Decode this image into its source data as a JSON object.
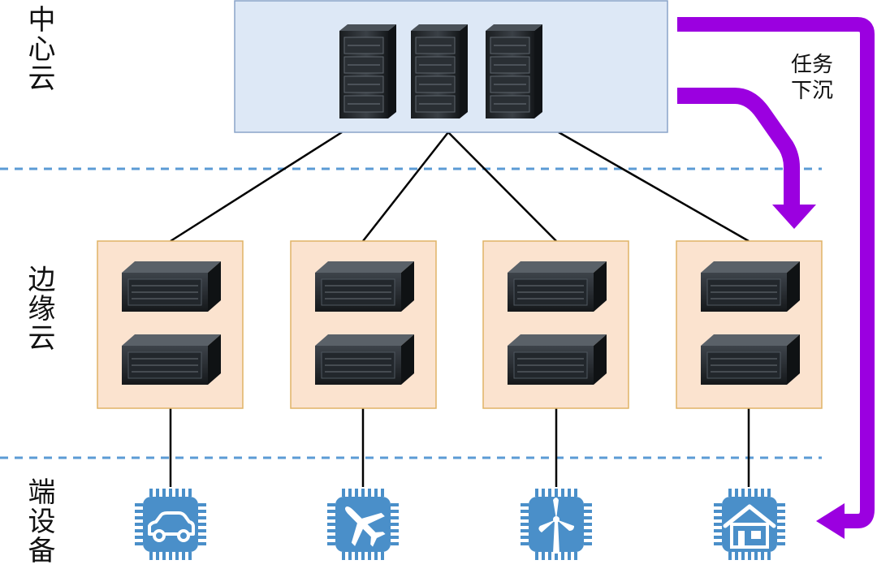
{
  "tiers": {
    "center": {
      "label": "中心云"
    },
    "edge": {
      "label": "边缘云"
    },
    "device": {
      "label": "端设备"
    }
  },
  "task_arrow": {
    "line1": "任务",
    "line2": "下沉"
  },
  "colors": {
    "center_box_fill": "#dde8f6",
    "center_box_stroke": "#8aa4c8",
    "edge_box_fill": "#fbe3cf",
    "edge_box_stroke": "#e0b366",
    "divider": "#5b9bd5",
    "arrow": "#9b00e0",
    "chip": "#4a8fc9",
    "server": "#23272b"
  },
  "edge_clouds": [
    {
      "servers": 2
    },
    {
      "servers": 2
    },
    {
      "servers": 2
    },
    {
      "servers": 2
    }
  ],
  "devices": [
    {
      "icon": "car-icon"
    },
    {
      "icon": "airplane-icon"
    },
    {
      "icon": "wind-turbine-icon"
    },
    {
      "icon": "house-icon"
    }
  ]
}
